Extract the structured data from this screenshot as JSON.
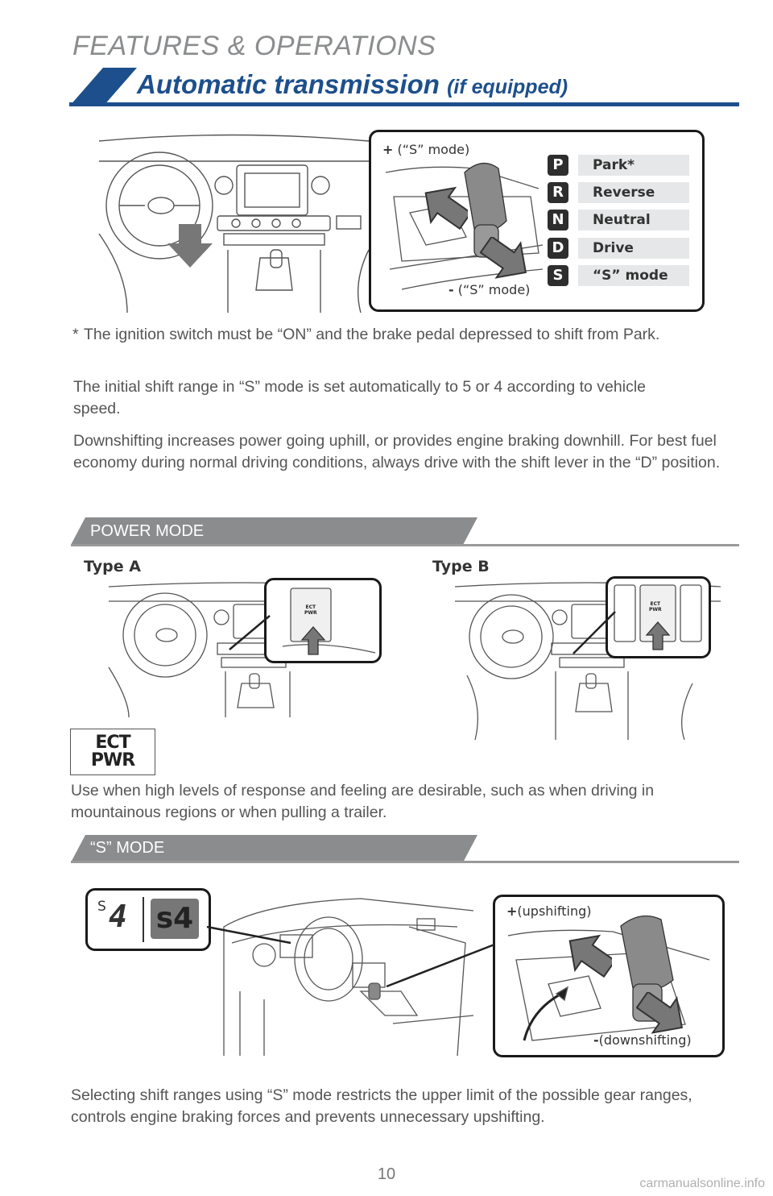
{
  "header": {
    "section_title": "FEATURES & OPERATIONS",
    "title_main": "Automatic transmission",
    "title_suffix": "(if equipped)"
  },
  "colors": {
    "brand_blue": "#1d4f8c",
    "banner_gray": "#8a8c8e",
    "rule_gray": "#9a9a9a"
  },
  "shift_figure": {
    "plus_mode": "(“S” mode)",
    "minus_mode": "(“S” mode)",
    "plus_symbol": "+",
    "minus_symbol": "-",
    "gears": [
      {
        "letter": "P",
        "name": "Park*"
      },
      {
        "letter": "R",
        "name": "Reverse"
      },
      {
        "letter": "N",
        "name": "Neutral"
      },
      {
        "letter": "D",
        "name": "Drive"
      },
      {
        "letter": "S",
        "name": "“S” mode"
      }
    ]
  },
  "paragraphs": {
    "footnote_mark": "*",
    "footnote": "The ignition switch must be “ON” and the brake pedal depressed to shift from Park.",
    "initial_range": "The initial shift range in “S” mode is set automatically to 5 or 4 according to vehicle speed.",
    "downshifting": "Downshifting increases power going uphill, or provides engine braking downhill. For best fuel economy during normal driving conditions, always drive with the shift lever in the “D” position."
  },
  "power_mode": {
    "banner": "POWER MODE",
    "type_a": "Type A",
    "type_b": "Type B",
    "button_line1": "ECT",
    "button_line2": "PWR",
    "description": "Use when high levels of response and feeling are desirable, such as when driving in mountainous regions or when pulling a trailer."
  },
  "s_mode": {
    "banner": "“S” MODE",
    "display_s": "S",
    "display_digit": "4",
    "badge_text": "s4",
    "upshifting": "(upshifting)",
    "downshifting": "(downshifting)",
    "plus_symbol": "+",
    "minus_symbol": "-",
    "description": "Selecting shift ranges using “S” mode restricts the upper limit of the possible gear ranges, controls engine braking forces and prevents unnecessary upshifting."
  },
  "footer": {
    "page_number": "10",
    "watermark": "carmanualsonline.info"
  }
}
